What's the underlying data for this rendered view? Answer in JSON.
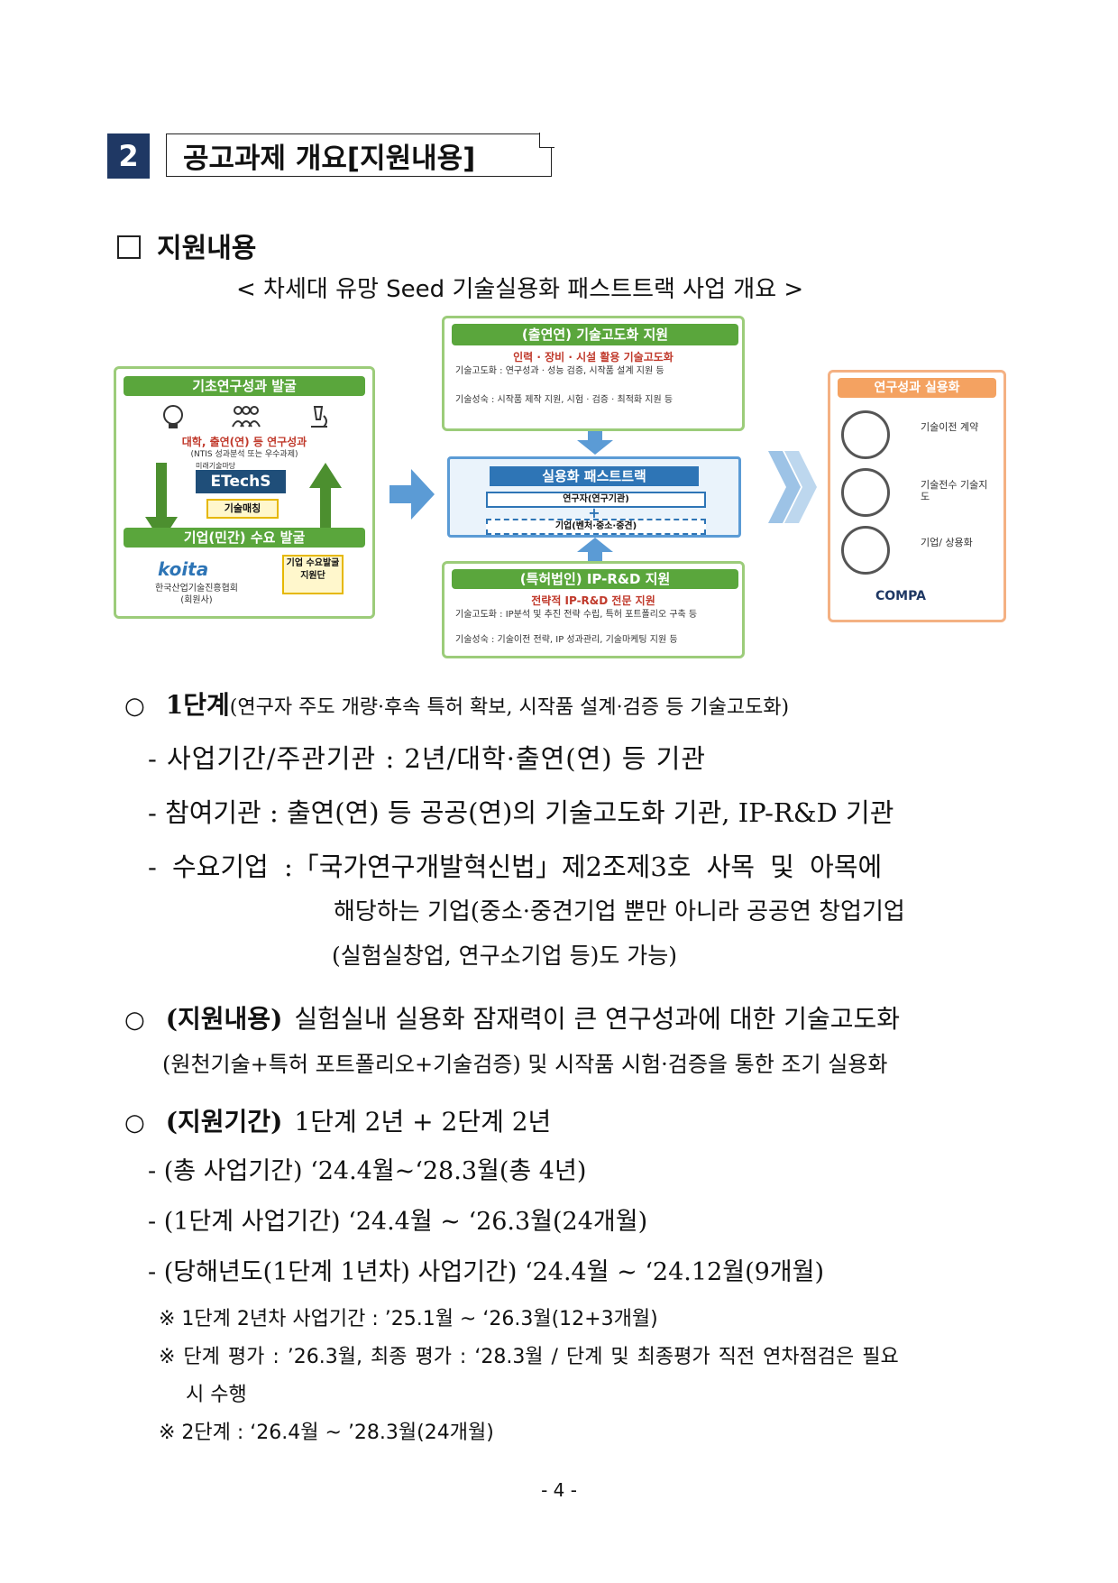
{
  "section": {
    "number": "2",
    "title": "공고과제 개요[지원내용]"
  },
  "subheading": "지원내용",
  "diagram": {
    "caption": "< 차세대 유망 Seed 기술실용화 패스트트랙 사업 개요 >",
    "left_box": {
      "title": "기초연구성과 발굴",
      "desc": "대학, 출연(연) 등 연구성과",
      "desc_sub": "(NTIS 성과분석 또는 우수과제)",
      "logo_small": "미래기술마당",
      "logo": "ETechS",
      "match_label": "기술매칭",
      "bottom_title": "기업(민간) 수요 발굴",
      "koita": "koita",
      "koita_desc": "한국산업기술진흥협회",
      "koita_desc2": "(회원사)",
      "demand_label": "기업 수요발굴 지원단"
    },
    "top_box": {
      "title": "(출연연) 기술고도화 지원",
      "subtitle": "인력 · 장비 · 시설 활용 기술고도화",
      "item1": "기술고도화 : 연구성과 · 성능 검증, 시작품 설계 지원 등",
      "item2": "기술성숙 : 시작품 제작 지원, 시험 · 검증 · 최적화 지원 등"
    },
    "center_box": {
      "title": "실용화 패스트트랙",
      "researcher": "연구자(연구기관)",
      "plus": "+",
      "company": "기업(벤처·중소·중견)"
    },
    "bottom_box": {
      "title": "(특허법인) IP-R&D 지원",
      "subtitle": "전략적 IP-R&D 전문 지원",
      "item1": "기술고도화 : IP분석 및 추진 전략 수립, 특허 포트폴리오 구축 등",
      "item2": "기술성숙 : 기술이전 전략, IP 성과관리, 기술마케팅 지원 등"
    },
    "right_box": {
      "title": "연구성과 실용화",
      "items": [
        "기술이전 계약",
        "기술전수 기술지도",
        "기업/ 상용화"
      ],
      "logo": "COMPA"
    }
  },
  "stage1": {
    "label": "1단계",
    "desc": "(연구자 주도 개량·후속 특허 확보, 시작품 설계·검증 등 기술고도화)",
    "items": [
      "- 사업기간/주관기관 : 2년/대학·출연(연) 등 기관",
      "- 참여기관 : 출연(연) 등 공공(연)의 기술고도화 기관, IP-R&D 기관",
      "- 수요기업 :「국가연구개발혁신법」제2조제3호 사목 및 아목에"
    ],
    "cont1": "해당하는 기업(중소·중견기업 뿐만 아니라 공공연 창업기업",
    "cont2": "(실험실창업, 연구소기업 등)도 가능)"
  },
  "support": {
    "label": "(지원내용)",
    "line1": "실험실내 실용화 잠재력이 큰 연구성과에 대한 기술고도화",
    "line2": "(원천기술+특허 포트폴리오+기술검증) 및 시작품 시험·검증을 통한 조기 실용화"
  },
  "period": {
    "label": "(지원기간)",
    "value": "1단계 2년 + 2단계 2년",
    "items": [
      "- (총 사업기간) ‘24.4월~‘28.3월(총 4년)",
      "- (1단계 사업기간) ‘24.4월 ~ ‘26.3월(24개월)",
      "- (당해년도(1단계 1년차) 사업기간) ‘24.4월 ~ ‘24.12월(9개월)"
    ],
    "notes": [
      "※ 1단계 2년차 사업기간 : ’25.1월 ~ ‘26.3월(12+3개월)",
      "※ 단계 평가 : ’26.3월, 최종 평가 : ‘28.3월 / 단계 및 최종평가 직전 연차점검은 필요",
      "시 수행",
      "※ 2단계 : ‘26.4월 ~ ’28.3월(24개월)"
    ]
  },
  "page_number": "- 4 -"
}
